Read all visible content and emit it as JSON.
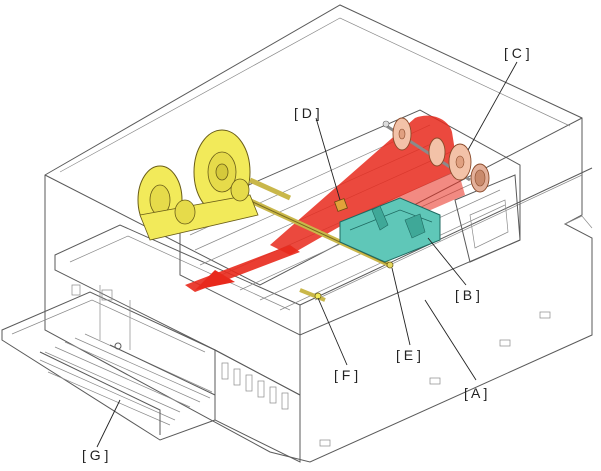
{
  "diagram": {
    "callouts": [
      {
        "id": "A",
        "text": "[ A ]",
        "part": "printer-body"
      },
      {
        "id": "B",
        "text": "[ B ]",
        "part": "carriage-unit"
      },
      {
        "id": "C",
        "text": "[ C ]",
        "part": "paper-feed-rollers"
      },
      {
        "id": "D",
        "text": "[ D ]",
        "part": "print-head"
      },
      {
        "id": "E",
        "text": "[ E ]",
        "part": "main-shaft"
      },
      {
        "id": "F",
        "text": "[ F ]",
        "part": "paper-guide"
      },
      {
        "id": "G",
        "text": "[ G ]",
        "part": "output-tray"
      }
    ],
    "colors": {
      "paper_path": "#e8291c",
      "gear_assembly": "#f2ea5a",
      "carriage": "#5fc7b8",
      "feed_roller": "#f3c2a8",
      "outline": "#5a5a5a"
    },
    "paper_direction_icon": "arrow-left-icon"
  }
}
